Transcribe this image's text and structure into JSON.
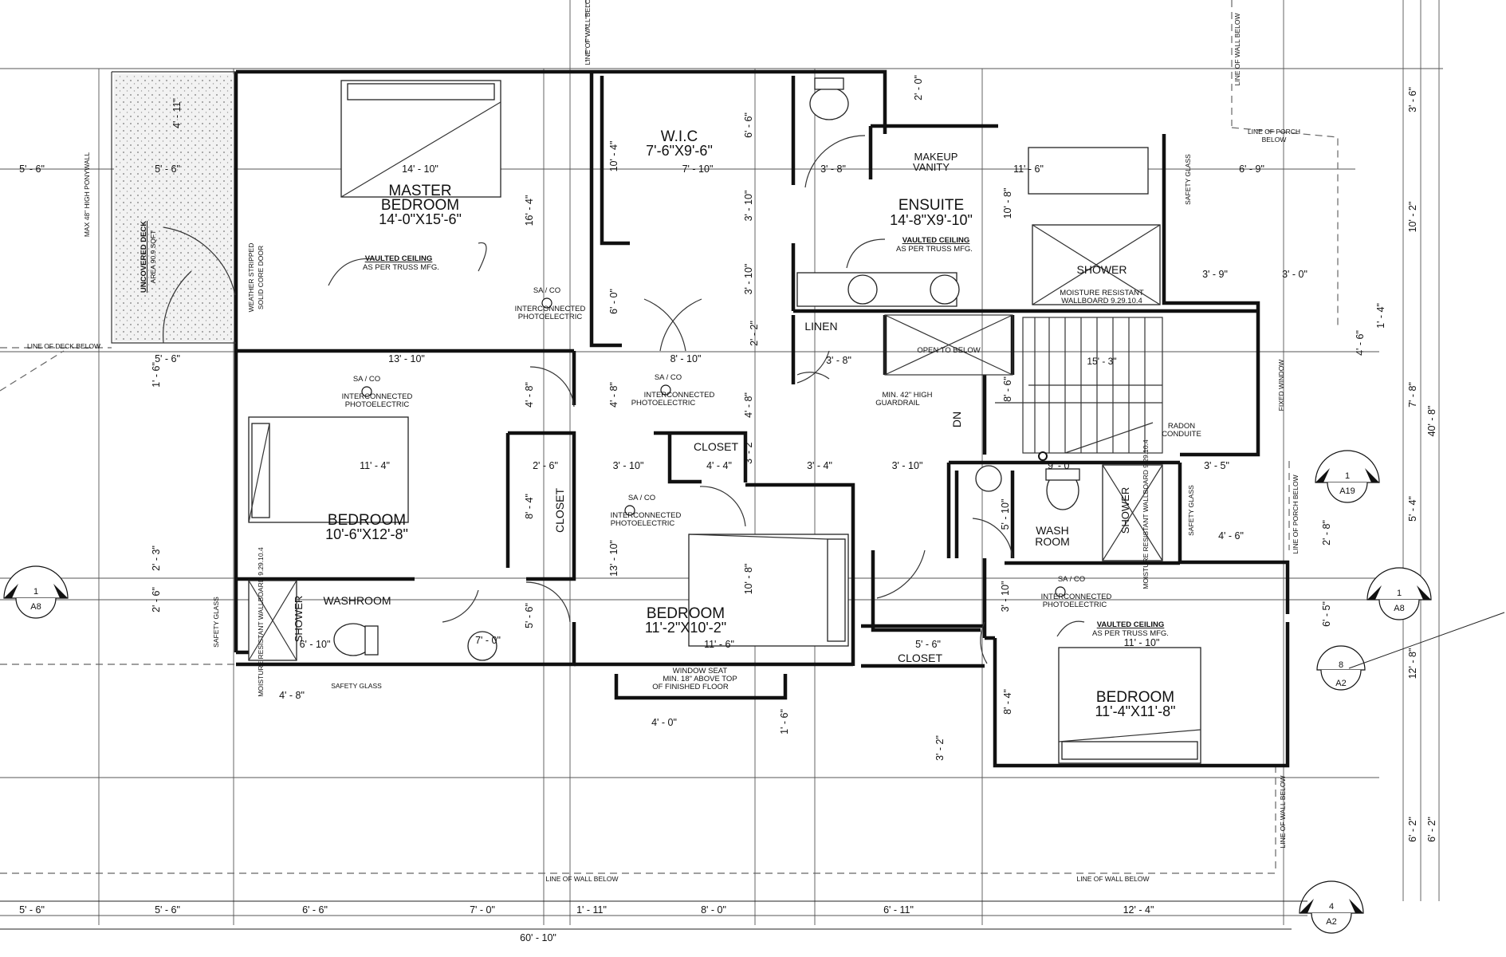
{
  "rooms": {
    "master": {
      "name1": "MASTER",
      "name2": "BEDROOM",
      "size": "14'-0\"X15'-6\""
    },
    "wic": {
      "name": "W.I.C",
      "size": "7'-6\"X9'-6\""
    },
    "ensuite": {
      "name": "ENSUITE",
      "size": "14'-8\"X9'-10\""
    },
    "makeup": {
      "line1": "MAKEUP",
      "line2": "VANITY"
    },
    "shower_ensuite": "SHOWER",
    "linen": "LINEN",
    "bedroom_left": {
      "name": "BEDROOM",
      "size": "10'-6\"X12'-8\""
    },
    "bedroom_mid": {
      "name": "BEDROOM",
      "size": "11'-2\"X10'-2\""
    },
    "bedroom_right": {
      "name": "BEDROOM",
      "size": "11'-4\"X11'-8\""
    },
    "closet_a": "CLOSET",
    "closet_b": "CLOSET",
    "closet_c": "CLOSET",
    "washroom": "WASHROOM",
    "shower_left": "SHOWER",
    "washroom_right": {
      "line1": "WASH",
      "line2": "ROOM"
    },
    "shower_right": "SHOWER"
  },
  "notes": {
    "vaulted": "VAULTED CEILING",
    "truss": "AS PER TRUSS MFG.",
    "saco": "SA / CO",
    "interconnected": "INTERCONNECTED",
    "photo": "PHOTOELECTRIC",
    "open_below": "OPEN TO BELOW",
    "guardrail1": "MIN. 42\" HIGH",
    "guardrail2": "GUARDRAIL",
    "dn": "DN",
    "radon1": "RADON",
    "radon2": "CONDUITE",
    "moisture1": "MOISTURE RESISTANT",
    "moisture2": "WALLBOARD 9.29.10.4",
    "moisture_short": "MOISTURE RESISTANT WALLBOARD 9.29.10.4",
    "window_seat1": "WINDOW SEAT",
    "window_seat2": "MIN. 18\" ABOVE TOP",
    "window_seat3": "OF FINISHED FLOOR",
    "safety_glass": "SAFETY GLASS",
    "uncovered_deck": "UNCOVERED DECK",
    "deck_area": "AREA 90.9 SQFT",
    "ponywall": "MAX 48\" HIGH PONYWALL",
    "door1": "WEATHER STRIPPED",
    "door2": "SOLID CORE DOOR",
    "line_deck_below": "LINE OF DECK BELOW",
    "line_wall_below": "LINE OF WALL BELOW",
    "line_porch1": "LINE OF PORCH",
    "line_porch2": "BELOW",
    "line_porch_below": "LINE OF PORCH BELOW",
    "fixed_window": "FIXED WINDOW",
    "stair_run": "15' - 3\""
  },
  "section_markers": [
    {
      "num": "1",
      "sheet": "A8"
    },
    {
      "num": "1",
      "sheet": "A8"
    },
    {
      "num": "1",
      "sheet": "A19"
    },
    {
      "num": "8",
      "sheet": "A2"
    },
    {
      "num": "4",
      "sheet": "A2"
    }
  ],
  "dimensions": {
    "bottom": [
      "5' - 6\"",
      "5' - 6\"",
      "6' - 6\"",
      "7' - 0\"",
      "1' - 11\"",
      "8' - 0\"",
      "6' - 11\"",
      "12' - 4\""
    ],
    "overall": "60' - 10\"",
    "right": [
      "3' - 6\"",
      "10' - 2\"",
      "7' - 8\"",
      "5' - 4\"",
      "6' - 5\"",
      "12' - 8\"",
      "6' - 2\"",
      "40' - 8\"",
      "6' - 2\""
    ],
    "interior": {
      "d14_10": "14' - 10\"",
      "d7_10": "7' - 10\"",
      "d11_6": "11' - 6\"",
      "d6_9": "6' - 9\"",
      "d5_6a": "5' - 6\"",
      "d5_6b": "5' - 6\"",
      "d5_6c": "5' - 6\"",
      "d13_10": "13' - 10\"",
      "d8_10": "8' - 10\"",
      "d3_8a": "3' - 8\"",
      "d3_8b": "3' - 8\"",
      "d3_9": "3' - 9\"",
      "d3_0": "3' - 0\"",
      "d11_4": "11' - 4\"",
      "d2_6a": "2' - 6\"",
      "d3_10": "3' - 10\"",
      "d4_4": "4' - 4\"",
      "d3_4": "3' - 4\"",
      "d3_10b": "3' - 10\"",
      "d9_0": "9' - 0\"",
      "d3_5": "3' - 5\"",
      "d4_6": "4' - 6\"",
      "d11_6b": "11' - 6\"",
      "d11_10": "11' - 10\"",
      "d5_6d": "5' - 6\"",
      "d6_10": "6' - 10\"",
      "d4_8": "4' - 8\"",
      "d4_0": "4' - 0\"",
      "d7_0": "7' - 0\"",
      "v4_11": "4' - 11\"",
      "v16_4": "16' - 4\"",
      "v10_4": "10' - 4\"",
      "v6_6": "6' - 6\"",
      "v3_10a": "3' - 10\"",
      "v3_10b": "3' - 10\"",
      "v6_0": "6' - 0\"",
      "v2_2": "2' - 2\"",
      "v4_8a": "4' - 8\"",
      "v4_8b": "4' - 8\"",
      "v4_8c": "4' - 8\"",
      "v2_0": "2' - 0\"",
      "v10_8a": "10' - 8\"",
      "v1_4": "1' - 4\"",
      "v4_6": "4' - 6\"",
      "v8_6": "8' - 6\"",
      "v8_4": "8' - 4\"",
      "v13_10": "13' - 10\"",
      "v5_6": "5' - 6\"",
      "v10_8b": "10' - 8\"",
      "v2_3": "2' - 3\"",
      "v2_6": "2' - 6\"",
      "v1_6a": "1' - 6\"",
      "v5_10": "5' - 10\"",
      "v3_10c": "3' - 10\"",
      "v8_4b": "8' - 4\"",
      "v3_2a": "3' - 2\"",
      "v3_2b": "3' - 2\"",
      "v1_6b": "1' - 6\"",
      "v2_8": "2' - 8\""
    }
  }
}
